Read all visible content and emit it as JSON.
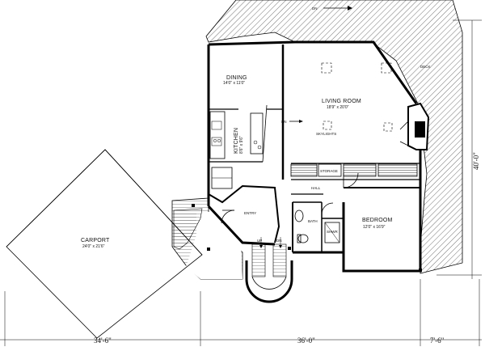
{
  "rooms": {
    "dining": {
      "name": "DINING",
      "size": "14'0\" x 11'0\""
    },
    "living": {
      "name": "LIVING ROOM",
      "size": "18'9\" x 20'0\""
    },
    "kitchen": {
      "name": "KITCHEN",
      "size": "8'6\" x 9'6\""
    },
    "bedroom": {
      "name": "BEDROOM",
      "size": "12'0\" x 16'9\""
    },
    "carport": {
      "name": "CARPORT",
      "size": "24'0\" x 21'6\""
    }
  },
  "labels": {
    "skylights": "SKYLIGHTS",
    "storage": "STORAGE",
    "hall": "HALL",
    "entry": "ENTRY",
    "bath": "BATH",
    "shwr": "SHWR",
    "deck": "DECK",
    "dn_top": "DN",
    "dn_living": "DN",
    "dn_stair": "DN",
    "up_stair": "UP"
  },
  "dimensions": {
    "bottom_left": "34'-6\"",
    "bottom_center": "36'-0\"",
    "bottom_right": "7'-6\"",
    "right_vertical": "40'-0\""
  }
}
